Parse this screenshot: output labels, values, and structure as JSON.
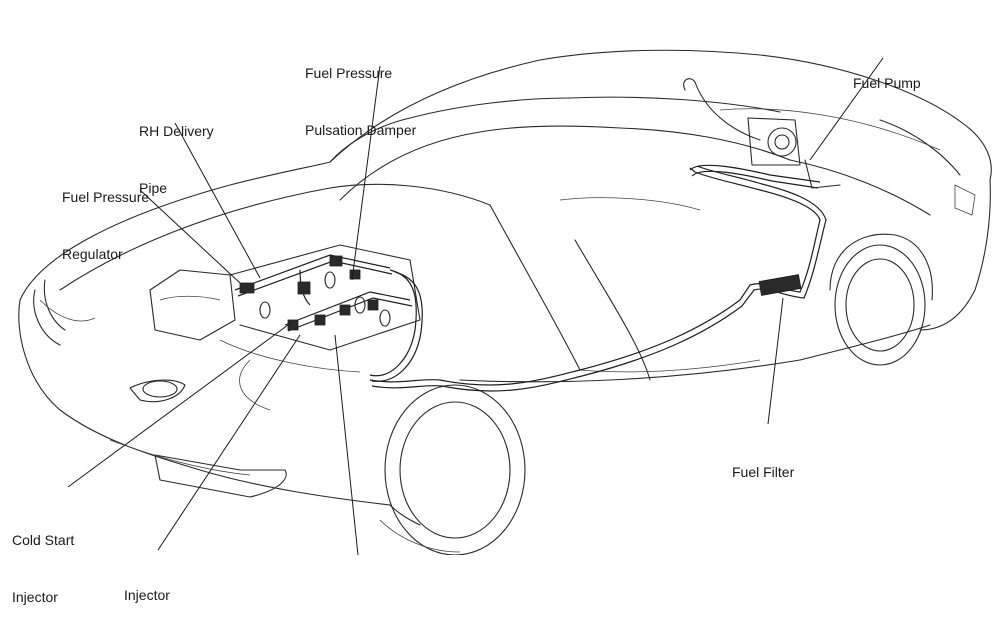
{
  "diagram": {
    "subject": "Vehicle fuel system component locations",
    "labels": [
      {
        "id": "fuel-pressure-pulsation-damper",
        "lines": [
          "Fuel Pressure",
          "Pulsation Damper"
        ]
      },
      {
        "id": "rh-delivery-pipe",
        "lines": [
          "RH Delivery",
          "Pipe"
        ]
      },
      {
        "id": "fuel-pressure-regulator",
        "lines": [
          "Fuel Pressure",
          "Regulator"
        ]
      },
      {
        "id": "fuel-pump",
        "lines": [
          "Fuel Pump"
        ]
      },
      {
        "id": "fuel-filter",
        "lines": [
          "Fuel Filter"
        ]
      },
      {
        "id": "cold-start-injector",
        "lines": [
          "Cold Start",
          "Injector"
        ]
      },
      {
        "id": "injector",
        "lines": [
          "Injector"
        ]
      }
    ]
  }
}
